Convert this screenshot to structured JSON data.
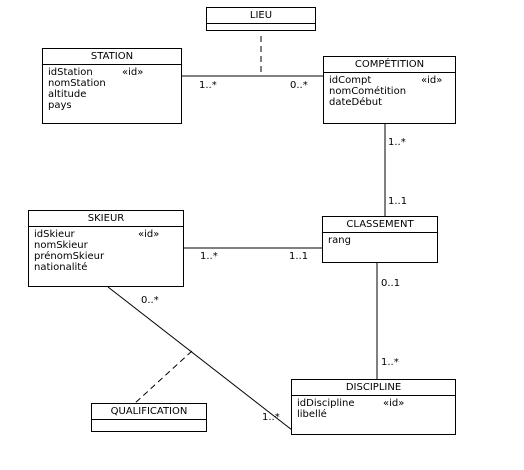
{
  "entities": {
    "lieu": {
      "name": "LIEU",
      "attributes": []
    },
    "station": {
      "name": "STATION",
      "attributes": [
        {
          "name": "idStation",
          "stereotype": "«id»"
        },
        {
          "name": "nomStation",
          "stereotype": ""
        },
        {
          "name": "altitude",
          "stereotype": ""
        },
        {
          "name": "pays",
          "stereotype": ""
        }
      ]
    },
    "competition": {
      "name": "COMPÉTITION",
      "attributes": [
        {
          "name": "idCompt",
          "stereotype": "«id»"
        },
        {
          "name": "nomCométition",
          "stereotype": ""
        },
        {
          "name": "dateDébut",
          "stereotype": ""
        }
      ]
    },
    "classement": {
      "name": "CLASSEMENT",
      "attributes": [
        {
          "name": "rang",
          "stereotype": ""
        }
      ]
    },
    "skieur": {
      "name": "SKIEUR",
      "attributes": [
        {
          "name": "idSkieur",
          "stereotype": "«id»"
        },
        {
          "name": "nomSkieur",
          "stereotype": ""
        },
        {
          "name": "prénomSkieur",
          "stereotype": ""
        },
        {
          "name": "nationalité",
          "stereotype": ""
        }
      ]
    },
    "discipline": {
      "name": "DISCIPLINE",
      "attributes": [
        {
          "name": "idDiscipline",
          "stereotype": "«id»"
        },
        {
          "name": "libellé",
          "stereotype": ""
        }
      ]
    },
    "qualification": {
      "name": "QUALIFICATION",
      "attributes": []
    }
  },
  "multiplicities": {
    "station_competition_station": "1..*",
    "station_competition_competition": "0..*",
    "competition_classement_competition": "1..*",
    "competition_classement_classement": "1..1",
    "skieur_classement_skieur": "1..*",
    "skieur_classement_classement": "1..1",
    "classement_discipline_classement": "0..1",
    "classement_discipline_discipline": "1..*",
    "skieur_discipline_skieur": "0..*",
    "skieur_discipline_discipline": "1..*"
  }
}
